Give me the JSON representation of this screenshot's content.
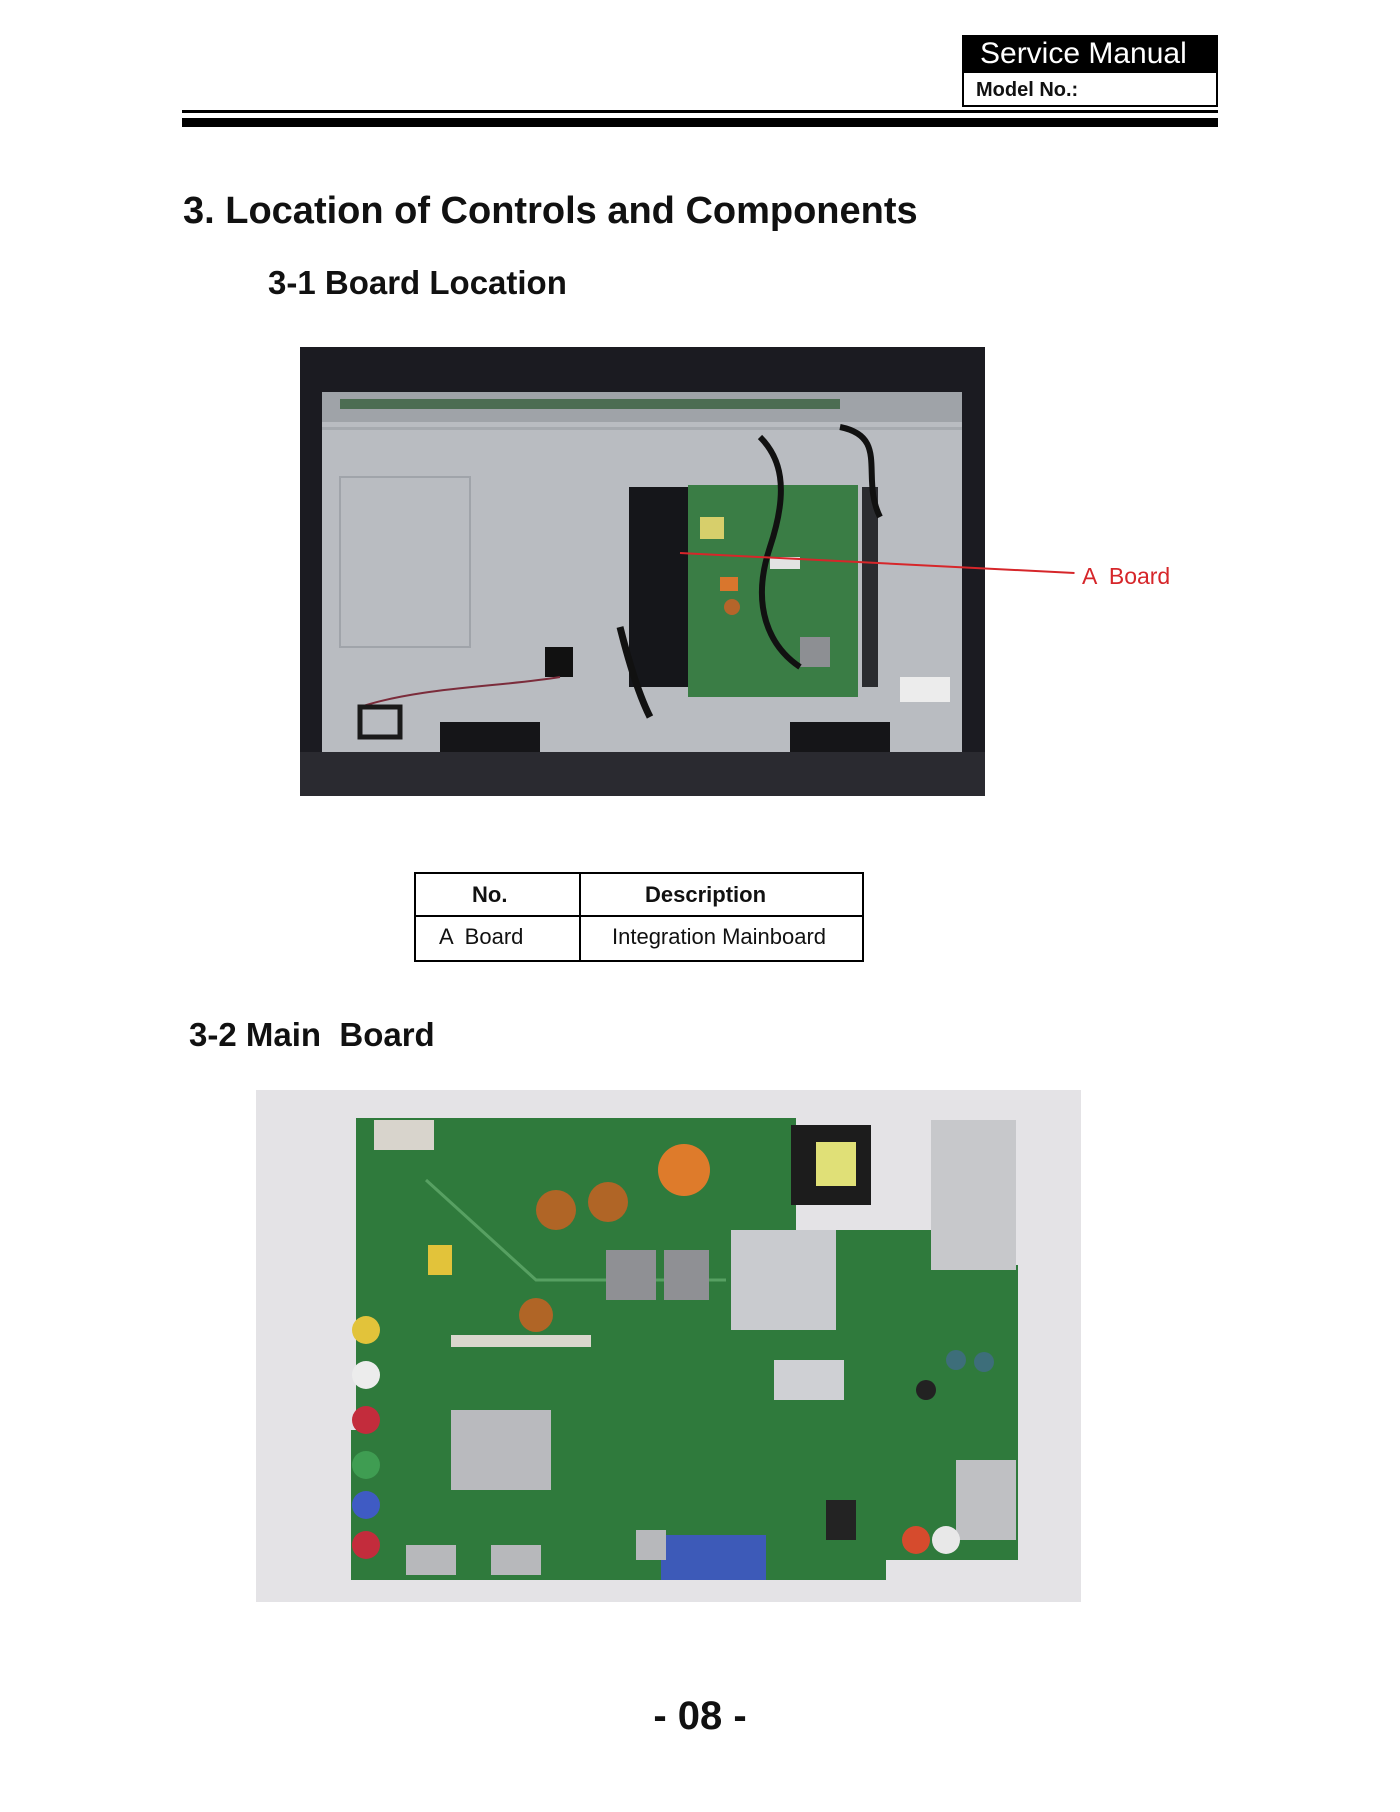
{
  "header": {
    "title": "Service Manual",
    "model_label": "Model No.:"
  },
  "section": {
    "title": "3. Location of Controls and Components"
  },
  "subsection1": {
    "title": "3-1 Board Location",
    "annotation": "A  Board"
  },
  "table": {
    "headers": [
      "No.",
      "Description"
    ],
    "rows": [
      [
        "A  Board",
        "Integration Mainboard"
      ]
    ]
  },
  "subsection2": {
    "title": "3-2 Main  Board"
  },
  "footer": {
    "page_number": "- 08 -"
  },
  "colors": {
    "annotation": "#d6262a",
    "pcb": "#2f7a3c",
    "chassis": "#b9bcc1"
  }
}
